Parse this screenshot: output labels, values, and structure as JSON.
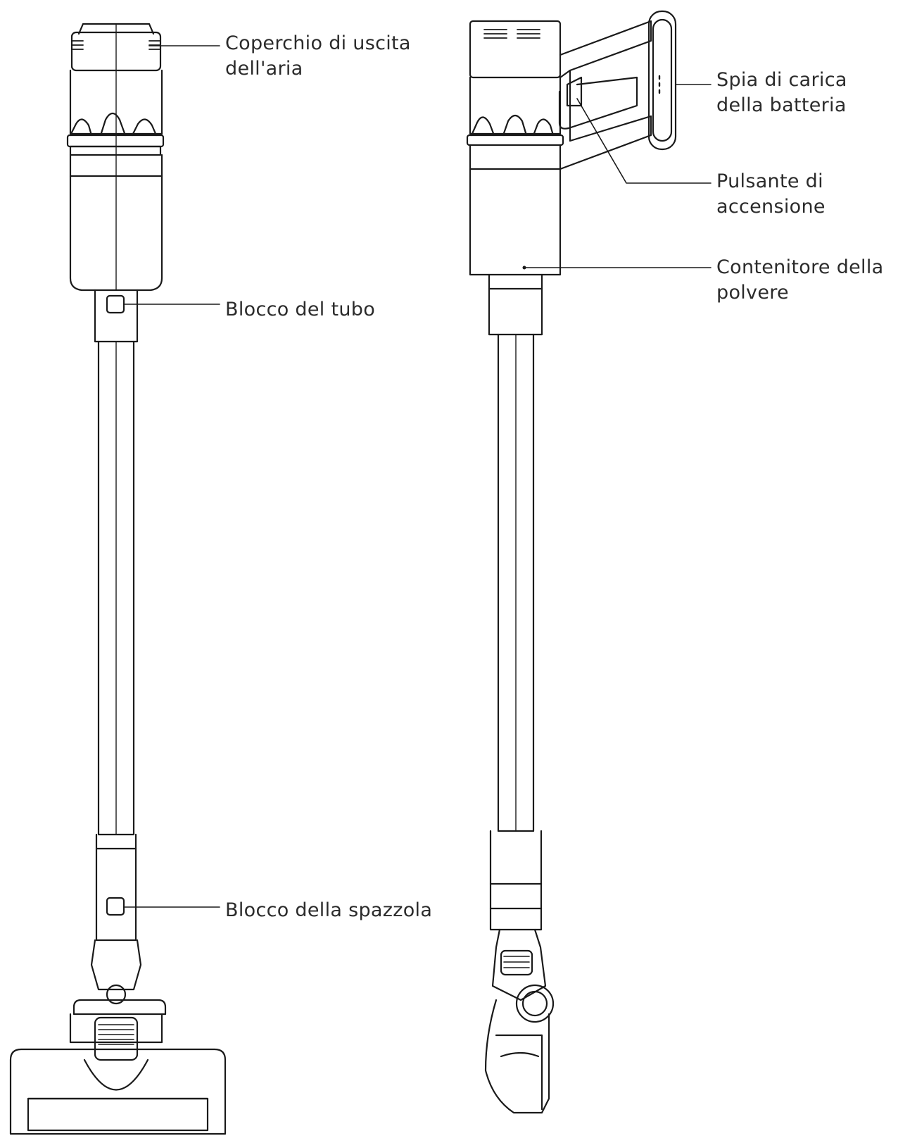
{
  "labels": {
    "air_outlet_cover": [
      "Coperchio di uscita",
      "dell'aria"
    ],
    "tube_lock": [
      "Blocco del tubo"
    ],
    "brush_lock": [
      "Blocco della spazzola"
    ],
    "battery_indicator": [
      "Spia di carica",
      "della batteria"
    ],
    "power_button": [
      "Pulsante di",
      "accensione"
    ],
    "dust_container": [
      "Contenitore della",
      "polvere"
    ]
  },
  "colors": {
    "line": "#1a1a1a",
    "text": "#2b2b2b",
    "background": "#ffffff"
  }
}
